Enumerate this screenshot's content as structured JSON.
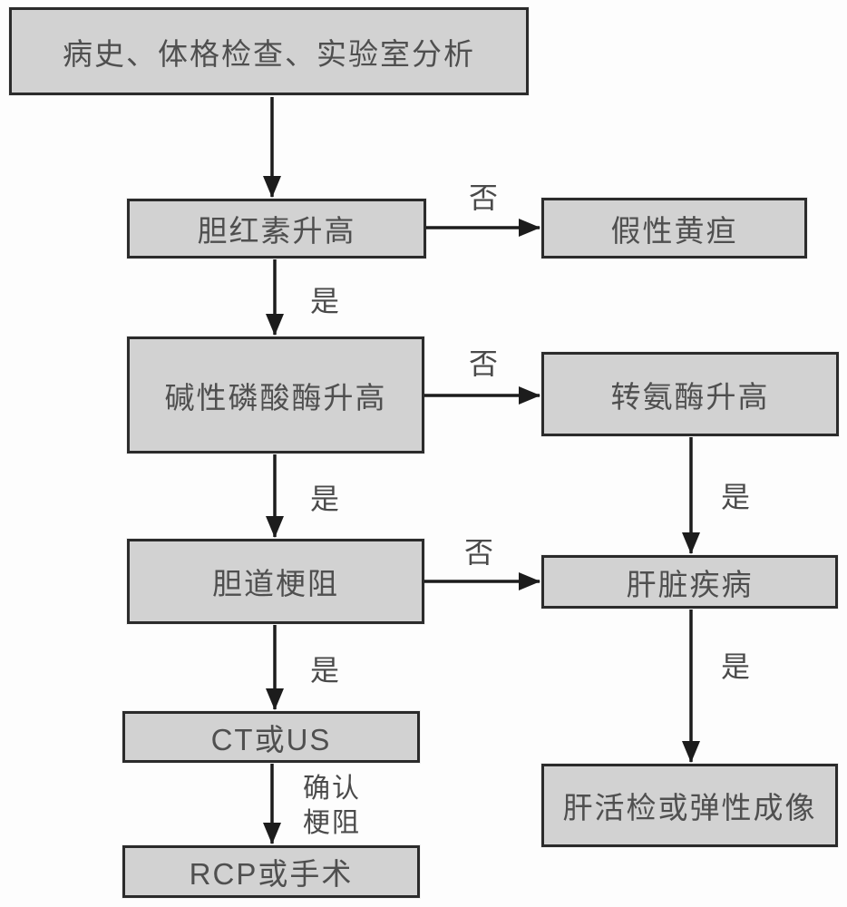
{
  "diagram": {
    "type": "flowchart",
    "colors": {
      "node_fill": "#d2d2d2",
      "node_border": "#2b2b2b",
      "node_text": "#4f4f4f",
      "arrow": "#1c1c1c",
      "background": "#fdfdfd"
    },
    "nodes": {
      "start": {
        "label": "病史、体格检查、实验室分析"
      },
      "bilirubin": {
        "label": "胆红素升高"
      },
      "pseudo": {
        "label": "假性黄疸"
      },
      "alp": {
        "label": "碱性磷酸酶升高"
      },
      "transaminase": {
        "label": "转氨酶升高"
      },
      "biliary": {
        "label": "胆道梗阻"
      },
      "liver": {
        "label": "肝脏疾病"
      },
      "ctus": {
        "label": "CT或US"
      },
      "rcp": {
        "label": "RCP或手术"
      },
      "biopsy": {
        "label": "肝活检或弹性成像"
      }
    },
    "edges": {
      "start_to_bilirubin": {
        "from": "start",
        "to": "bilirubin",
        "label": ""
      },
      "bilirubin_to_pseudo": {
        "from": "bilirubin",
        "to": "pseudo",
        "label": "否"
      },
      "bilirubin_to_alp": {
        "from": "bilirubin",
        "to": "alp",
        "label": "是"
      },
      "alp_to_transaminase": {
        "from": "alp",
        "to": "transaminase",
        "label": "否"
      },
      "alp_to_biliary": {
        "from": "alp",
        "to": "biliary",
        "label": "是"
      },
      "biliary_to_liver": {
        "from": "biliary",
        "to": "liver",
        "label": "否"
      },
      "transaminase_to_liver": {
        "from": "transaminase",
        "to": "liver",
        "label": "是"
      },
      "biliary_to_ctus": {
        "from": "biliary",
        "to": "ctus",
        "label": "是"
      },
      "liver_to_biopsy": {
        "from": "liver",
        "to": "biopsy",
        "label": "是"
      },
      "ctus_to_rcp": {
        "from": "ctus",
        "to": "rcp",
        "label": "确认\n梗阻"
      }
    }
  }
}
